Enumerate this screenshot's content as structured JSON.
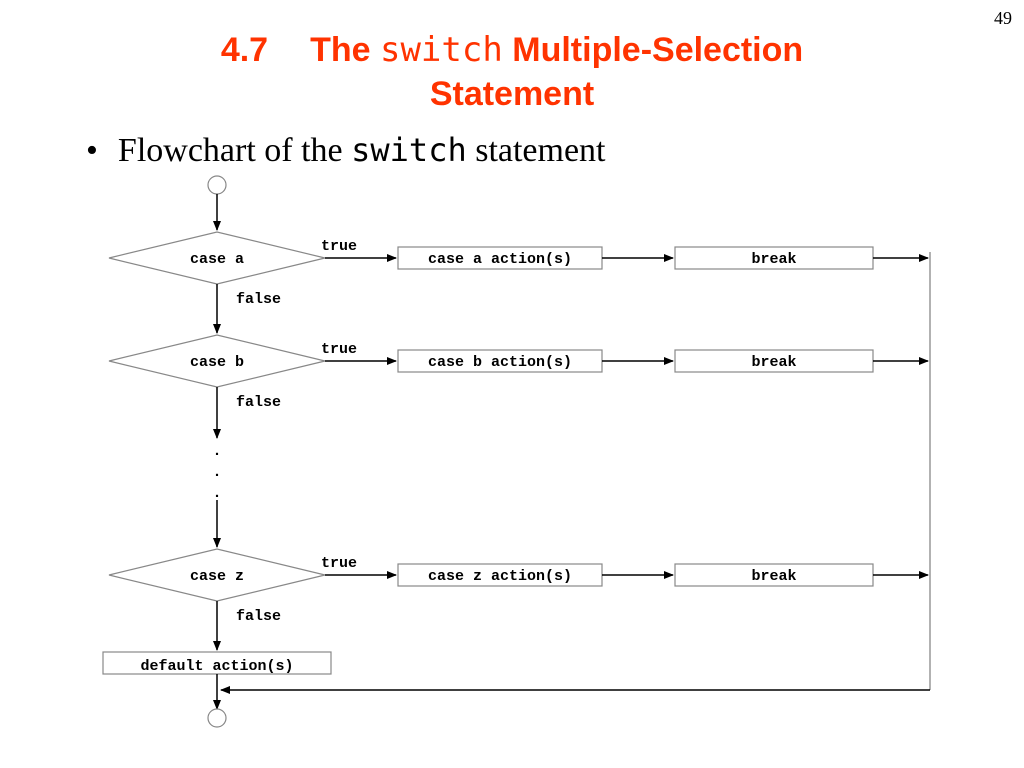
{
  "slide": {
    "page_number": "49",
    "title_number": "4.7",
    "title_pre": "The ",
    "title_code": "switch",
    "title_post": " Multiple-Selection",
    "title_line2": "Statement",
    "bullet": {
      "symbol": "•",
      "text_pre": "Flowchart of the ",
      "text_code": "switch",
      "text_post": " statement"
    }
  },
  "colors": {
    "title": "#ff3300",
    "lines": "#000000",
    "box_border": "#888888"
  },
  "flowchart": {
    "decisions": [
      {
        "label": "case a",
        "action": "case a action(s)",
        "break": "break",
        "true_label": "true",
        "false_label": "false"
      },
      {
        "label": "case b",
        "action": "case b action(s)",
        "break": "break",
        "true_label": "true",
        "false_label": "false"
      },
      {
        "label": "case z",
        "action": "case z action(s)",
        "break": "break",
        "true_label": "true",
        "false_label": "false"
      }
    ],
    "ellipsis_dots": [
      ".",
      ".",
      "."
    ],
    "default_action": "default action(s)"
  }
}
